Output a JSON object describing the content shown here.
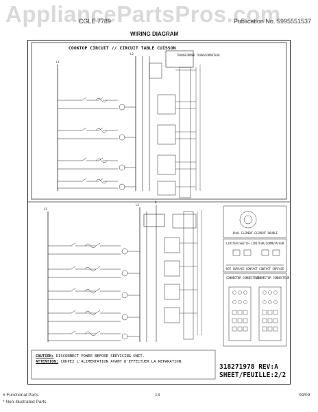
{
  "watermark": "AppliancePartsPros.com",
  "header": {
    "model_code": "CGLE 7789",
    "publication_label": "Publication No.",
    "publication_number": "5995551537",
    "title": "WIRING DIAGRAM"
  },
  "diagram": {
    "section_title": "COOKTOP CIRCUIT // CIRCUIT TABLE CUISSON",
    "line_label_top": "L1",
    "line_label_bottom": "L1",
    "terminal_l2": "L2",
    "terminal_n": "N",
    "transformer_label": "TRANSFORMER TRANSFORMATEUR",
    "legend_dual": "DUAL ELEMENT ELEMENT DOUBLE",
    "legend_selector": "LIMITER/SWITCH LIMITEUR/COMMUTATEUR",
    "legend_hot": "HOT SURFACE CONTACT CONTACT SURFACE",
    "connector_1": "CONNECTOR CONNECTEUR",
    "connector_2": "CONNECTOR CONNECTEUR"
  },
  "caution": {
    "caution_label": "CAUTION:",
    "caution_text": "DISCONNECT POWER BEFORE SERVICING UNIT.",
    "attention_label": "ATTENTION:",
    "attention_text": "COUPEZ L'ALIMENTATION AVANT D'EFFECTUER LA REPARATION."
  },
  "revision": {
    "doc_rev": "318271978 REV:A",
    "sheet": "SHEET/FEUILLE:2/2"
  },
  "footer": {
    "functional": "# Functional Parts",
    "non_illustrated": "* Non-Illustrated Parts",
    "page": "13",
    "date": "09/09"
  }
}
